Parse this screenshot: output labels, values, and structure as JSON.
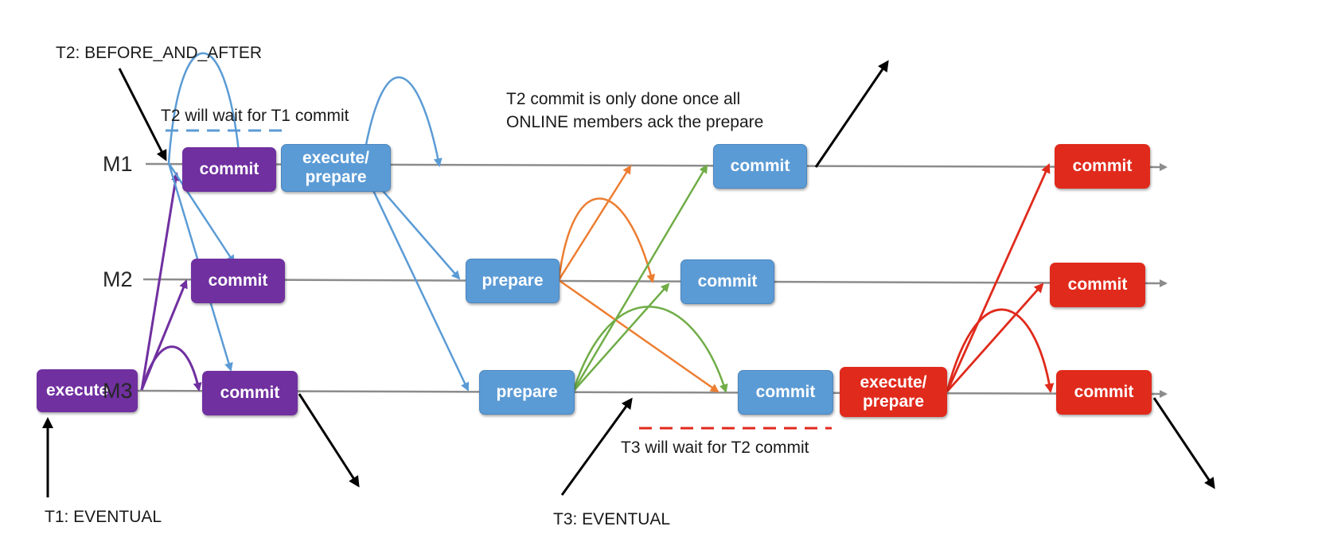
{
  "lanes": [
    {
      "id": "m1",
      "label": "M1"
    },
    {
      "id": "m2",
      "label": "M2"
    },
    {
      "id": "m3",
      "label": "M3"
    }
  ],
  "boxes": {
    "t1_execute": "execute",
    "t1_commit_m1": "commit",
    "t1_commit_m2": "commit",
    "t1_commit_m3": "commit",
    "t2_execute_prepare": "execute/\nprepare",
    "t2_prepare_m2": "prepare",
    "t2_prepare_m3": "prepare",
    "t2_commit_m1": "commit",
    "t2_commit_m2": "commit",
    "t2_commit_m3": "commit",
    "t3_execute_prepare": "execute/\nprepare",
    "t3_commit_m1": "commit",
    "t3_commit_m2": "commit",
    "t3_commit_m3": "commit"
  },
  "annotations": {
    "t2_consistency": "T2: BEFORE_AND_AFTER",
    "t2_wait": "T2 will wait for T1 commit",
    "t2_commit_note": "T2 commit is only done once all\nONLINE members ack the prepare",
    "t3_wait": "T3 will wait for T2 commit",
    "t1_consistency": "T1: EVENTUAL",
    "t3_consistency": "T3: EVENTUAL"
  },
  "colors": {
    "t1": "#7030a0",
    "t2": "#5b9bd5",
    "t2_ack": "#ed7d31",
    "t2_commit": "#70ad47",
    "t3": "#e02a1c",
    "lane": "#8c8c8c",
    "pointer": "#000000"
  }
}
